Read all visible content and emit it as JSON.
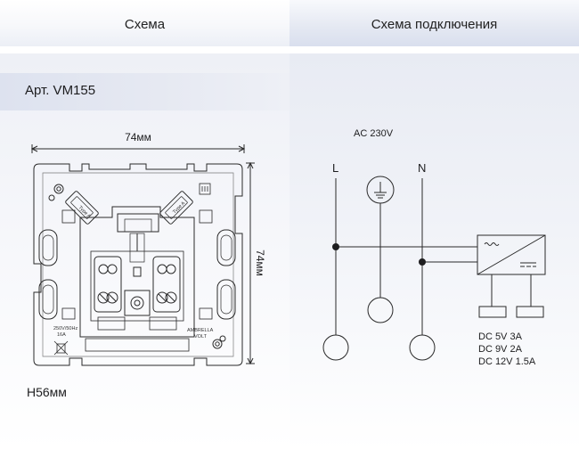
{
  "header": {
    "left_title": "Схема",
    "right_title": "Схема подключения"
  },
  "product": {
    "article": "Арт. VM155",
    "width_label": "74мм",
    "height_label": "74мм",
    "depth_label": "H56мм",
    "markings": {
      "type_a_left": "Type A",
      "type_a_right": "Type A",
      "rating": "250V/50Hz",
      "current": "16A",
      "brand": "AMBRELLA",
      "brand_sub": "VOLT"
    }
  },
  "wiring": {
    "supply": "AC 230V",
    "line_label": "L",
    "neutral_label": "N",
    "outputs": [
      "DC 5V 3A",
      "DC 9V 2A",
      "DC 12V 1.5A"
    ]
  }
}
